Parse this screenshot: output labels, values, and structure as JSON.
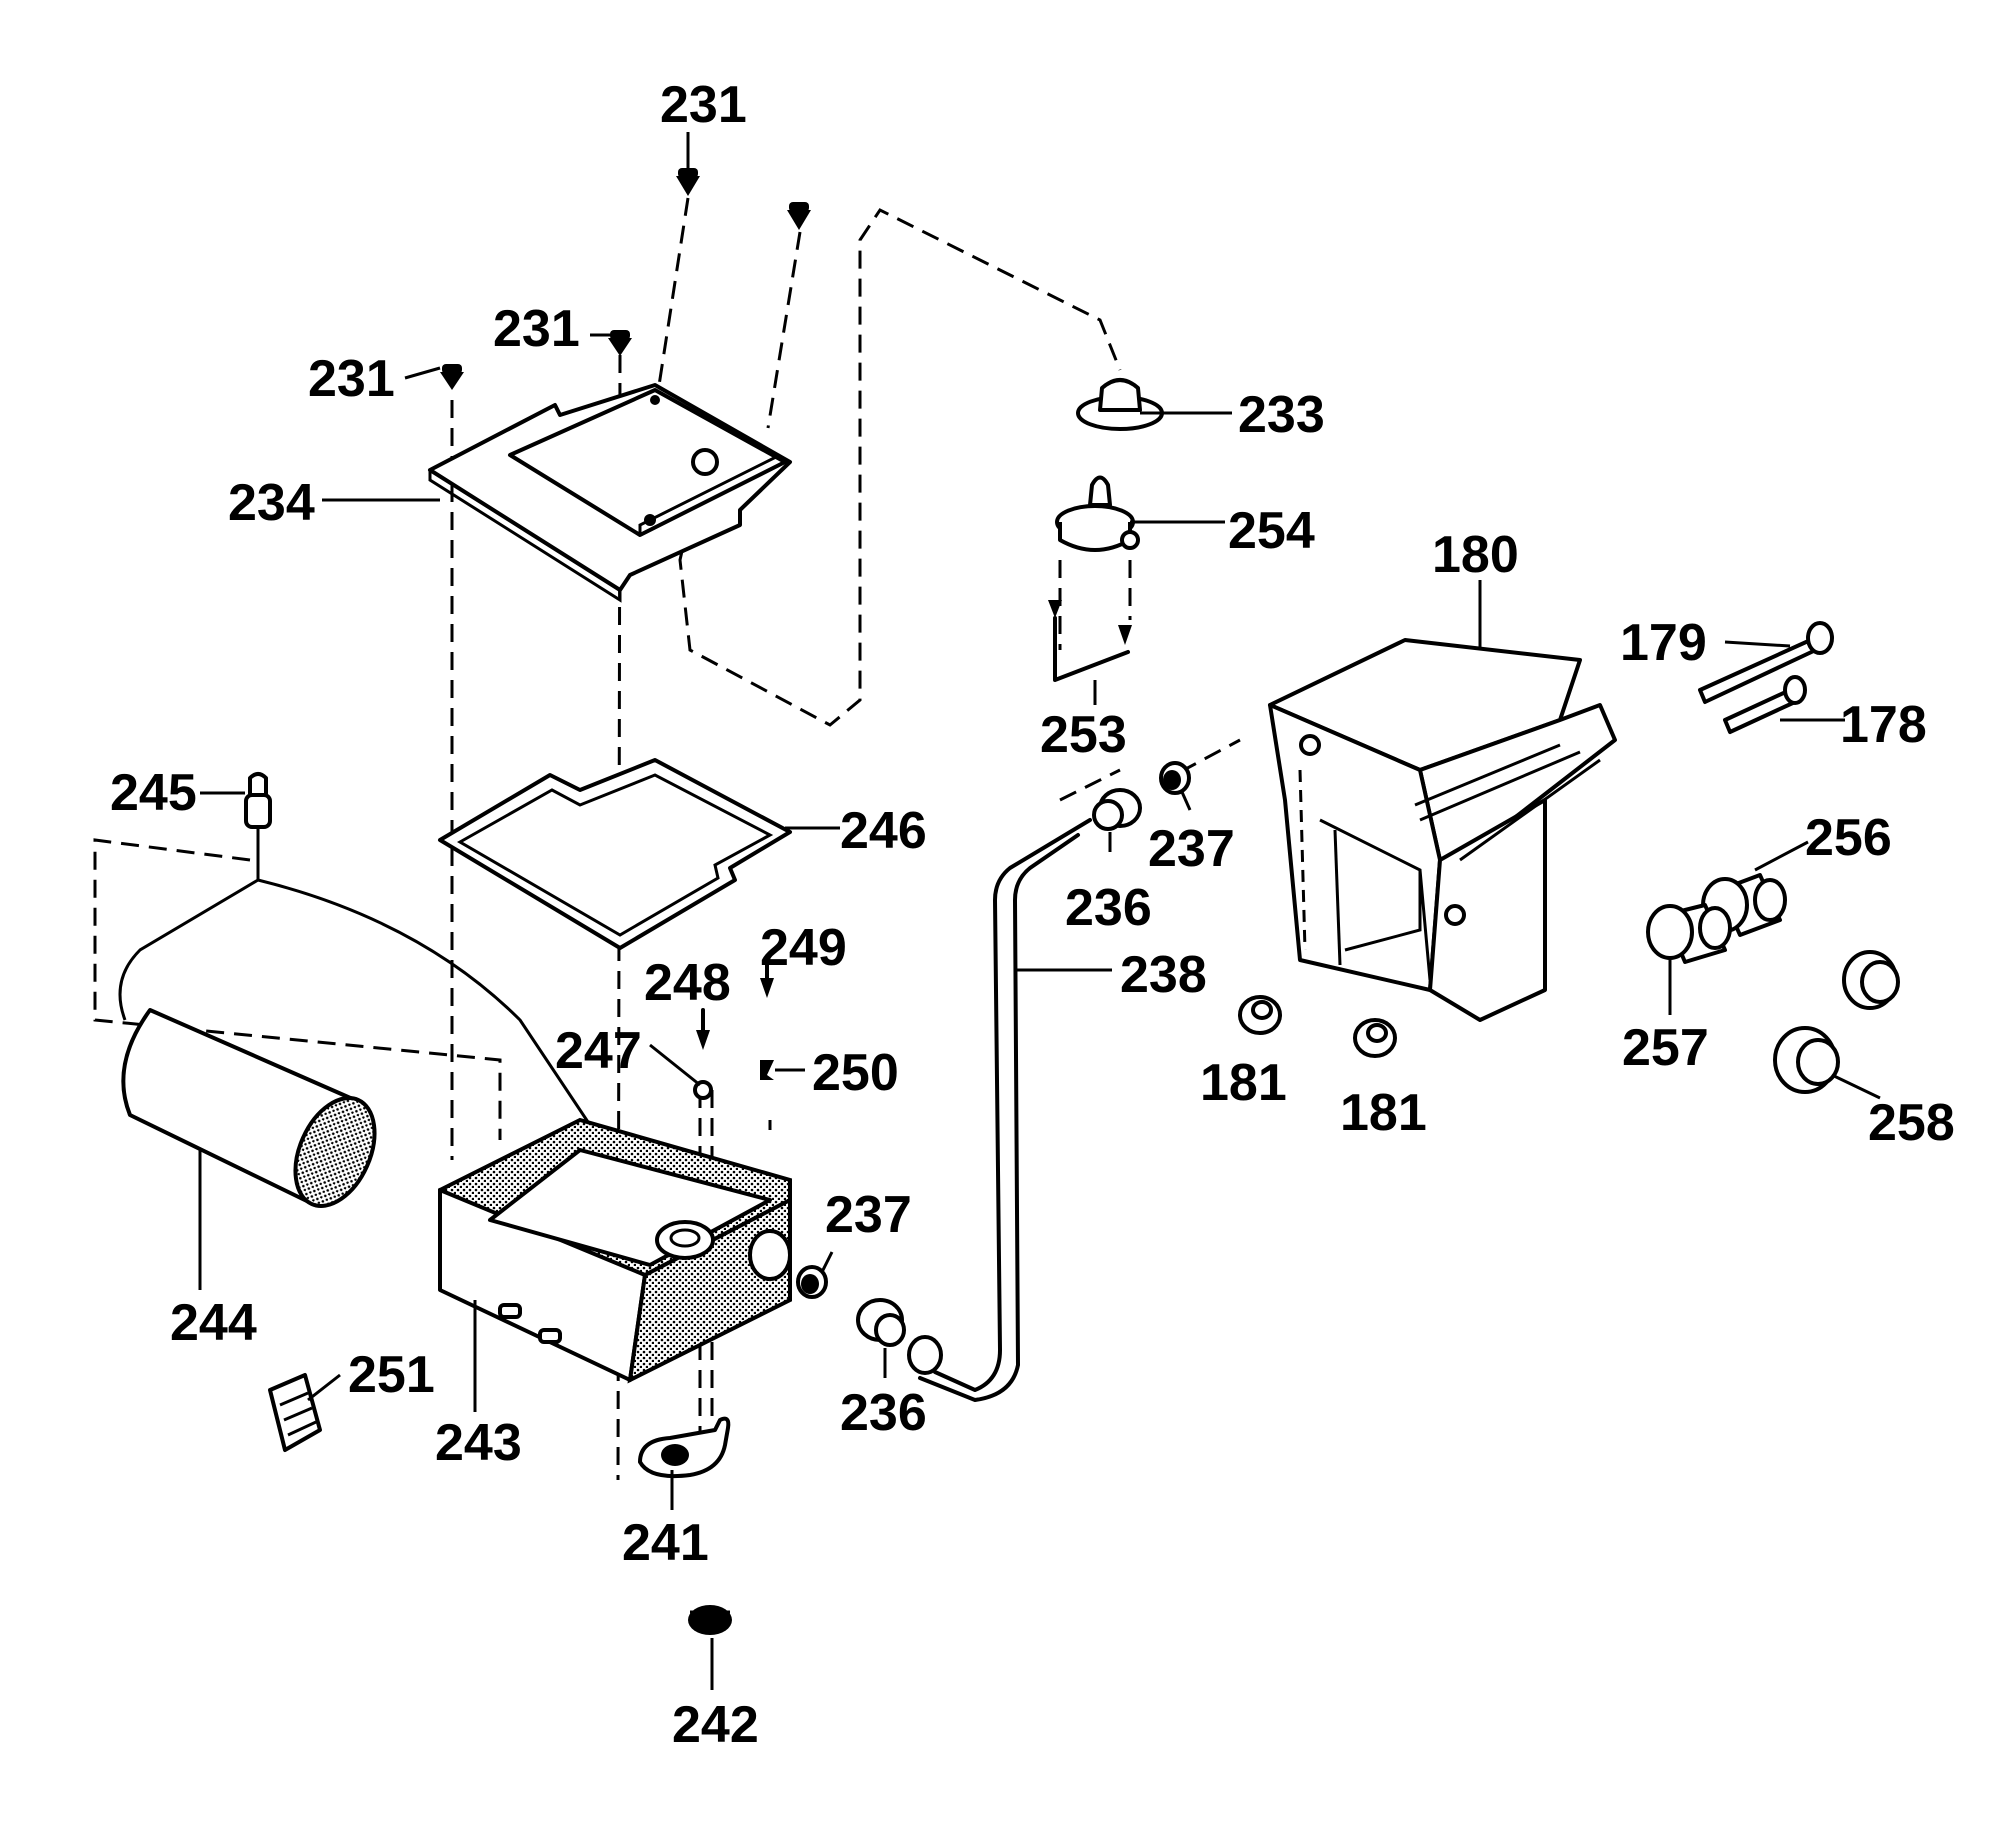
{
  "callouts": {
    "c231a": "231",
    "c231b": "231",
    "c231c": "231",
    "c233": "233",
    "c234": "234",
    "c254": "254",
    "c180": "180",
    "c179": "179",
    "c178": "178",
    "c253": "253",
    "c237a": "237",
    "c236a": "236",
    "c245": "245",
    "c246": "246",
    "c249": "249",
    "c248": "248",
    "c238": "238",
    "c247": "247",
    "c250": "250",
    "c181a": "181",
    "c181b": "181",
    "c256": "256",
    "c257": "257",
    "c258": "258",
    "c237b": "237",
    "c244": "244",
    "c251": "251",
    "c236b": "236",
    "c243": "243",
    "c241": "241",
    "c242": "242"
  }
}
